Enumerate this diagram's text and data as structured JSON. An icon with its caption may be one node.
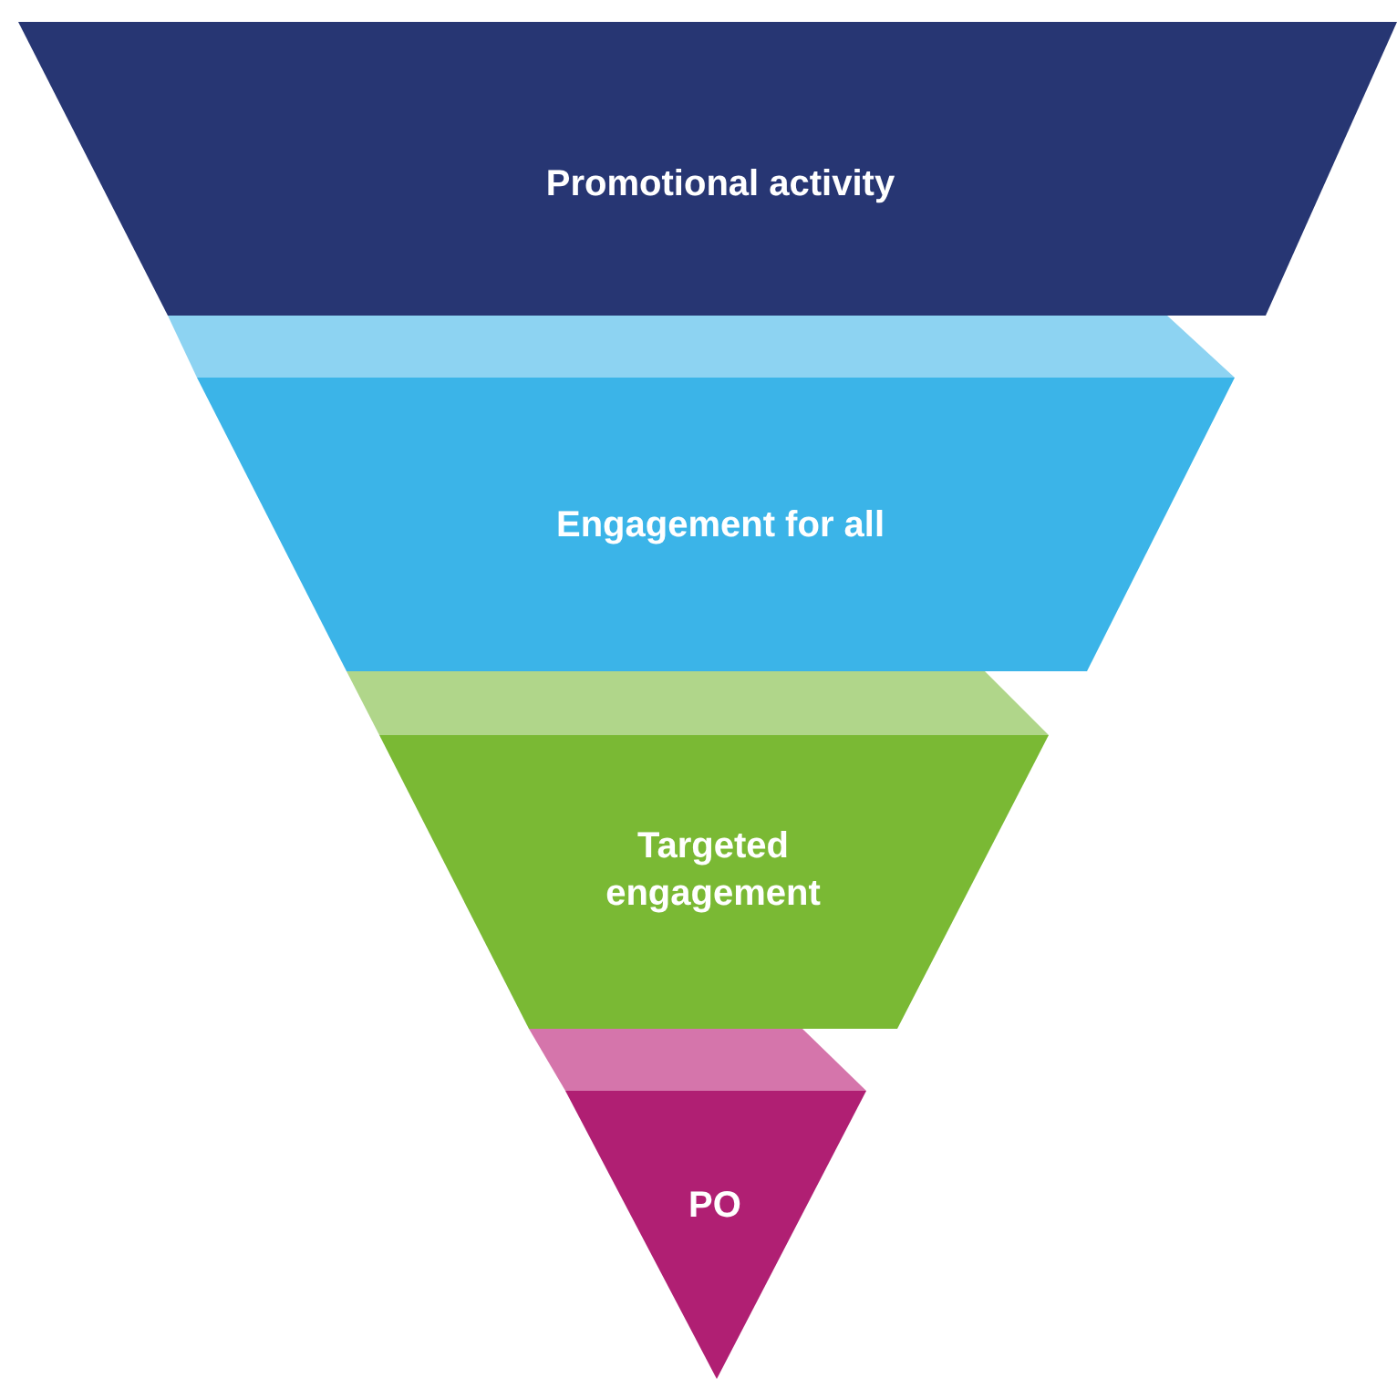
{
  "diagram": {
    "nodes": [
      {
        "text": [
          "Promotional activity"
        ]
      },
      {
        "text": [],
        "shape": "band"
      },
      {
        "text": [
          "Engagement for all"
        ]
      },
      {
        "text": [],
        "shape": "band"
      },
      {
        "text": [
          "Targeted engagement"
        ]
      },
      {
        "text": [],
        "shape": "band"
      },
      {
        "text": [
          "PO"
        ]
      }
    ]
  }
}
